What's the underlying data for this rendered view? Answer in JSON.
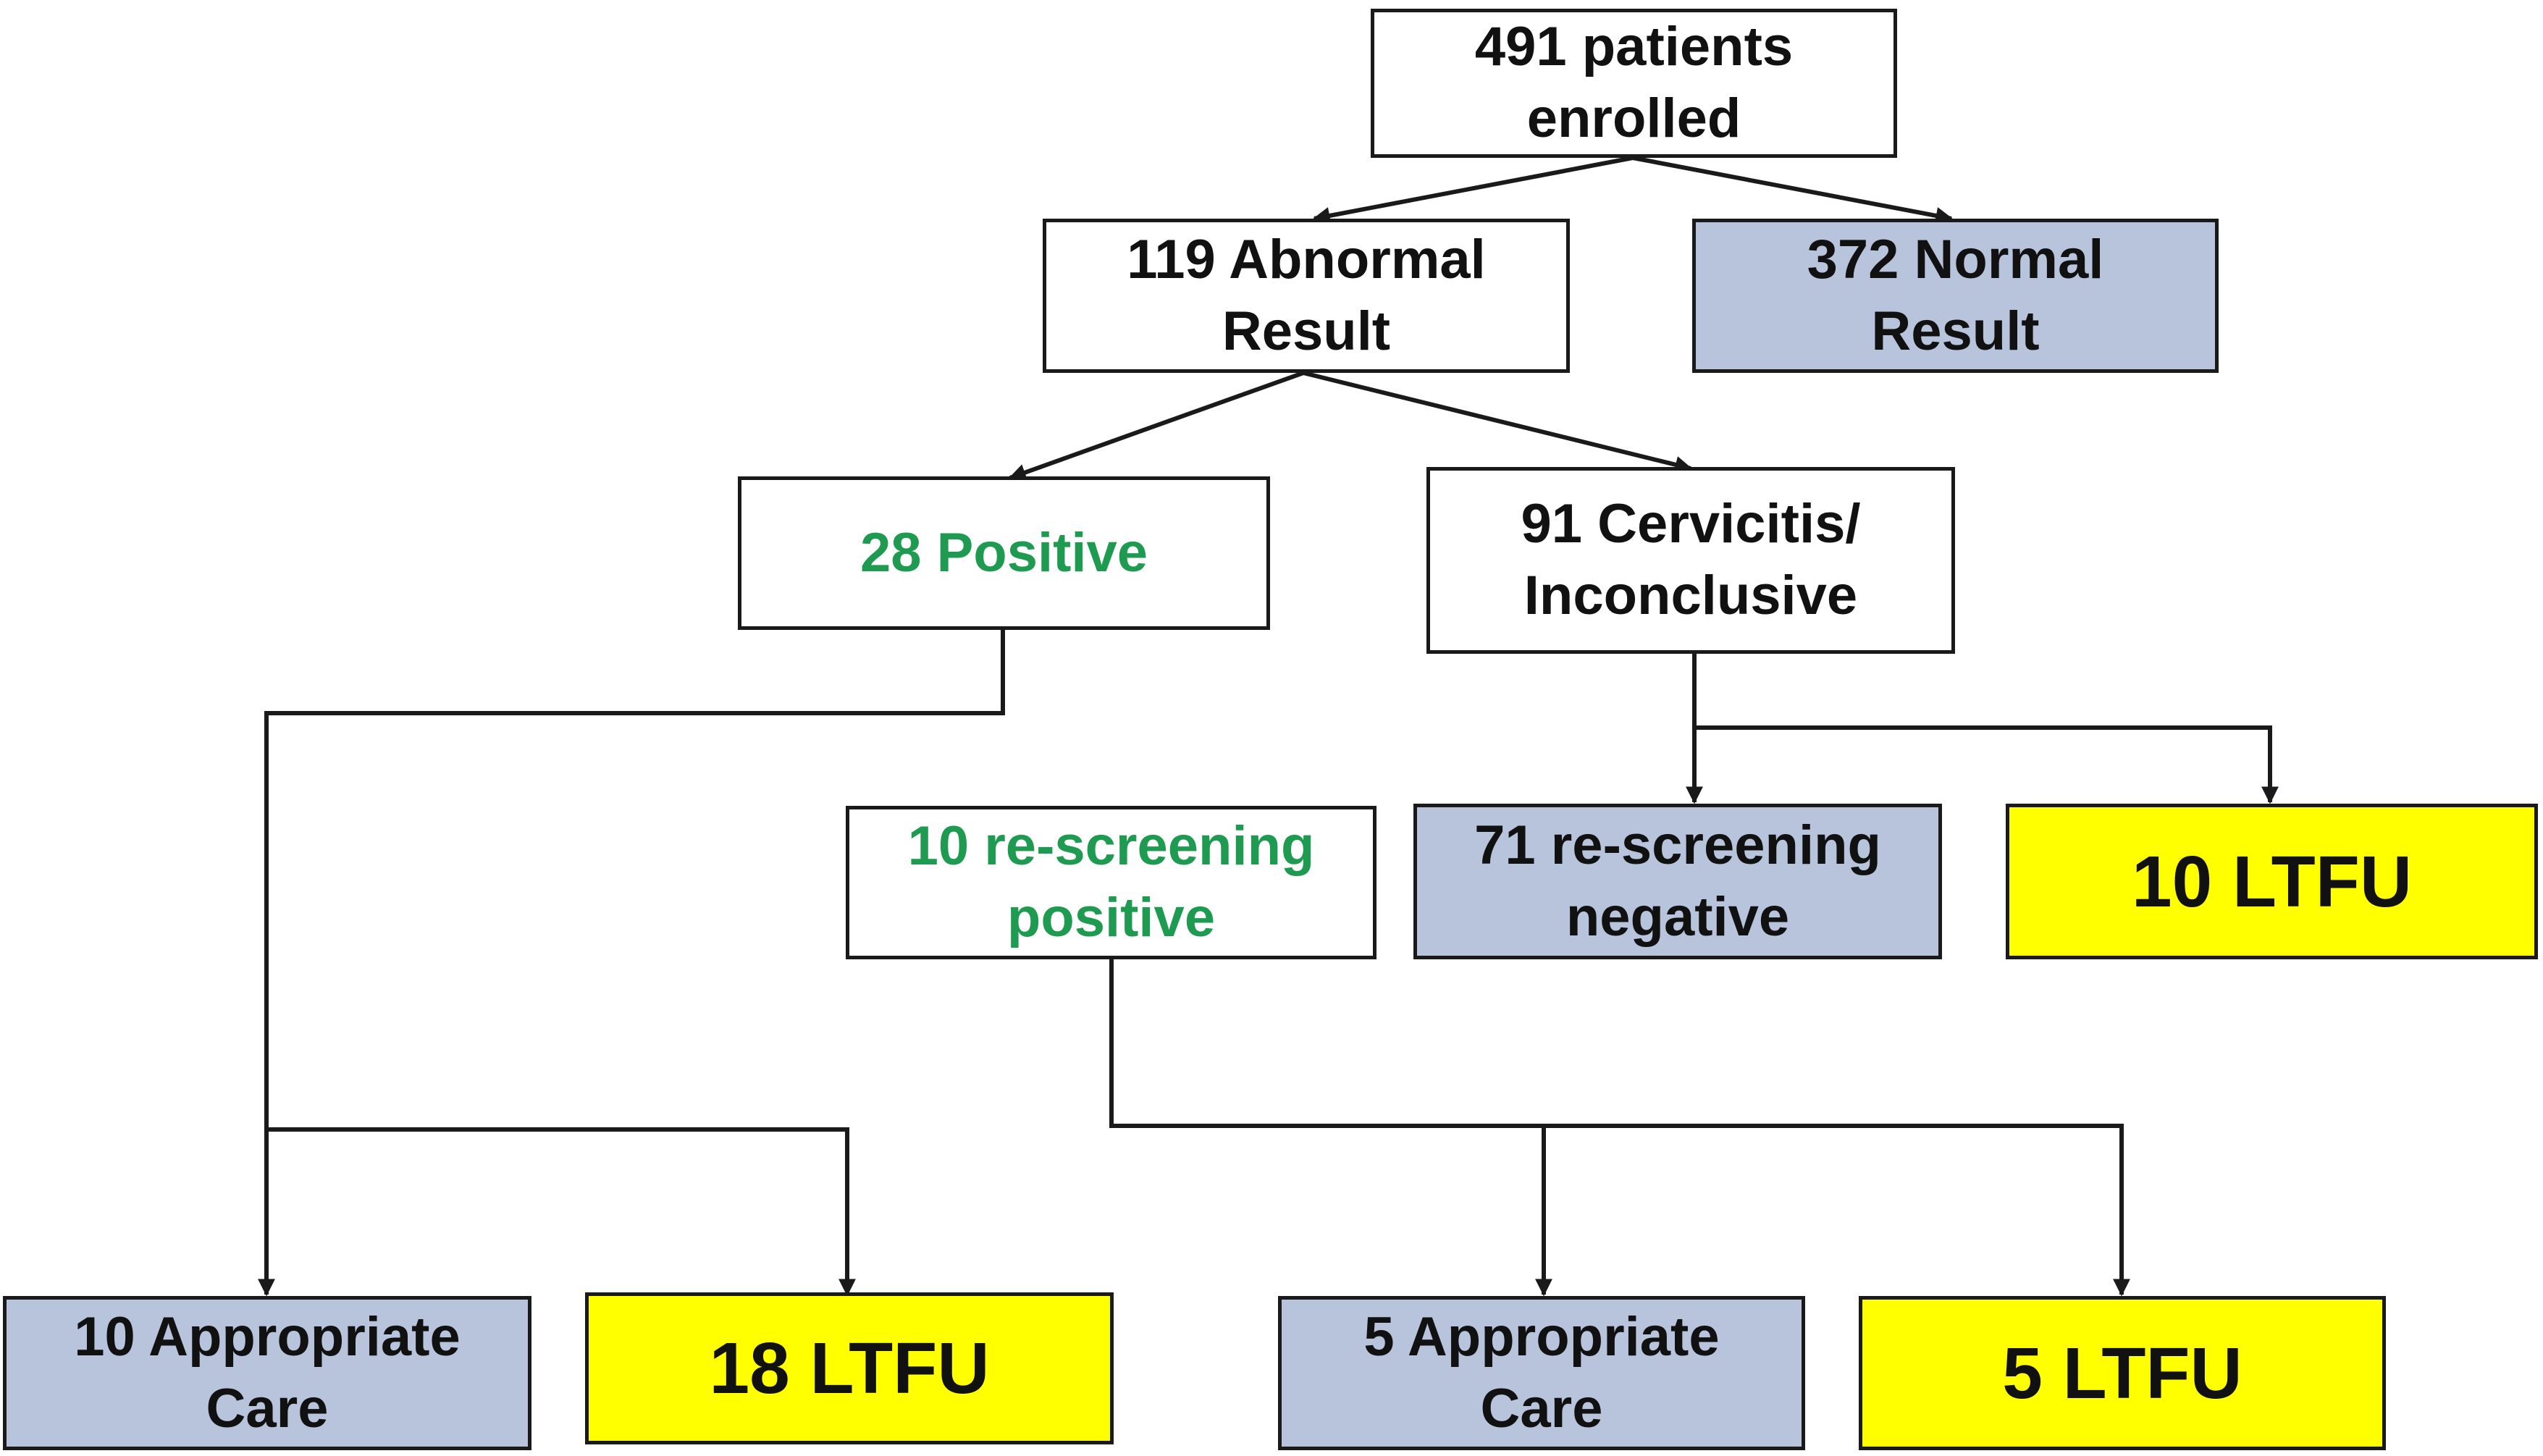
{
  "nodes": {
    "enrolled": "491 patients\nenrolled",
    "abnormal": "119 Abnormal\nResult",
    "normal": "372 Normal\nResult",
    "positive": "28 Positive",
    "cervicitis": "91 Cervicitis/\nInconclusive",
    "rescreen_positive": "10 re-screening\npositive",
    "rescreen_negative": "71 re-screening\nnegative",
    "ltfu_10": "10 LTFU",
    "care_10": "10 Appropriate\nCare",
    "ltfu_18": "18 LTFU",
    "care_5": "5 Appropriate\nCare",
    "ltfu_5": "5 LTFU"
  },
  "colors": {
    "white_box": "#ffffff",
    "normal_box": "#b7c4dc",
    "ltfu_box": "#ffff00",
    "positive_text": "#1e9b50",
    "line": "#1a1a1a"
  }
}
